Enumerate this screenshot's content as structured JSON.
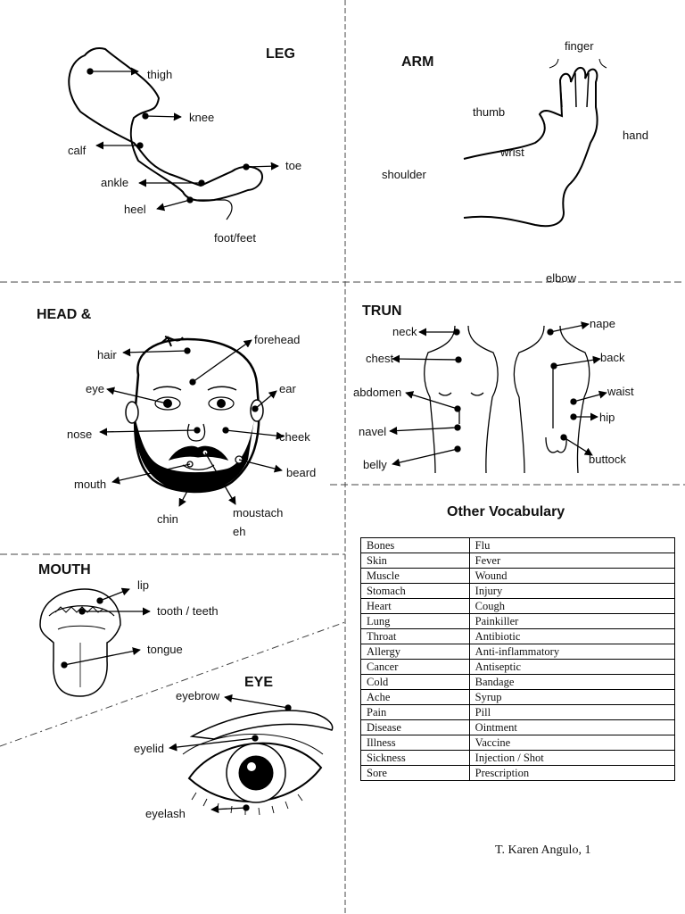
{
  "leg": {
    "title": "LEG",
    "labels": {
      "thigh": "thigh",
      "knee": "knee",
      "calf": "calf",
      "toe": "toe",
      "ankle": "ankle",
      "heel": "heel",
      "foot": "foot/feet"
    }
  },
  "arm": {
    "title": "ARM",
    "labels": {
      "finger": "finger",
      "thumb": "thumb",
      "hand": "hand",
      "wrist": "wrist",
      "shoulder": "shoulder",
      "elbow": "elbow"
    }
  },
  "head": {
    "title": "HEAD &",
    "labels": {
      "hair": "hair",
      "forehead": "forehead",
      "eye": "eye",
      "ear": "ear",
      "nose": "nose",
      "cheek": "cheek",
      "beard": "beard",
      "mouth": "mouth",
      "chin": "chin",
      "moustache_1": "moustach",
      "moustache_2": "eh"
    }
  },
  "trunk": {
    "title": "TRUN",
    "labels": {
      "neck": "neck",
      "nape": "nape",
      "chest": "chest",
      "back": "back",
      "abdomen": "abdomen",
      "waist": "waist",
      "hip": "hip",
      "navel": "navel",
      "belly": "belly",
      "buttock": "buttock"
    }
  },
  "mouth_section": {
    "title": "MOUTH",
    "labels": {
      "lip": "lip",
      "tooth": "tooth / teeth",
      "tongue": "tongue"
    }
  },
  "eye_section": {
    "title": "EYE",
    "labels": {
      "eyebrow": "eyebrow",
      "eyelid": "eyelid",
      "eyelash": "eyelash"
    }
  },
  "vocabulary": {
    "title": "Other Vocabulary",
    "rows": [
      [
        "Bones",
        "Flu"
      ],
      [
        "Skin",
        "Fever"
      ],
      [
        "Muscle",
        "Wound"
      ],
      [
        "Stomach",
        "Injury"
      ],
      [
        "Heart",
        "Cough"
      ],
      [
        "Lung",
        "Painkiller"
      ],
      [
        "Throat",
        "Antibiotic"
      ],
      [
        "Allergy",
        "Anti-inflammatory"
      ],
      [
        "Cancer",
        "Antiseptic"
      ],
      [
        "Cold",
        "Bandage"
      ],
      [
        "Ache",
        "Syrup"
      ],
      [
        "Pain",
        "Pill"
      ],
      [
        "Disease",
        "Ointment"
      ],
      [
        "Illness",
        "Vaccine"
      ],
      [
        "Sickness",
        "Injection / Shot"
      ],
      [
        "Sore",
        "Prescription"
      ]
    ]
  },
  "credit": "T. Karen Angulo, 1"
}
